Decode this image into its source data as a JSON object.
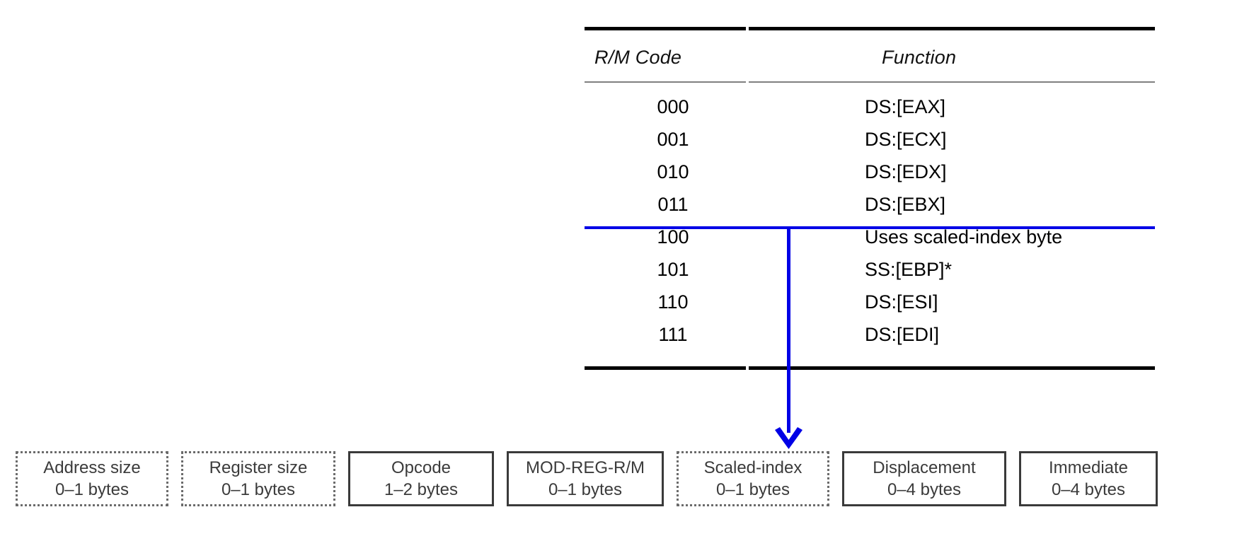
{
  "table": {
    "headers": {
      "code": "R/M Code",
      "function": "Function"
    },
    "rows": [
      {
        "code": "000",
        "function": "DS:[EAX]"
      },
      {
        "code": "001",
        "function": "DS:[ECX]"
      },
      {
        "code": "010",
        "function": "DS:[EDX]"
      },
      {
        "code": "011",
        "function": "DS:[EBX]"
      },
      {
        "code": "100",
        "function": "Uses scaled-index byte"
      },
      {
        "code": "101",
        "function": "SS:[EBP]*"
      },
      {
        "code": "110",
        "function": "DS:[ESI]"
      },
      {
        "code": "111",
        "function": "DS:[EDI]"
      }
    ]
  },
  "annotation": {
    "color": "#0000e6",
    "highlighted_row_code": "100",
    "points_to": "Scaled-index"
  },
  "instruction_format": {
    "fields": [
      {
        "label": "Address size",
        "size": "0–1 bytes",
        "style": "dotted"
      },
      {
        "label": "Register size",
        "size": "0–1 bytes",
        "style": "dotted"
      },
      {
        "label": "Opcode",
        "size": "1–2 bytes",
        "style": "solid"
      },
      {
        "label": "MOD-REG-R/M",
        "size": "0–1 bytes",
        "style": "solid"
      },
      {
        "label": "Scaled-index",
        "size": "0–1 bytes",
        "style": "dotted"
      },
      {
        "label": "Displacement",
        "size": "0–4 bytes",
        "style": "solid"
      },
      {
        "label": "Immediate",
        "size": "0–4 bytes",
        "style": "solid"
      }
    ]
  }
}
